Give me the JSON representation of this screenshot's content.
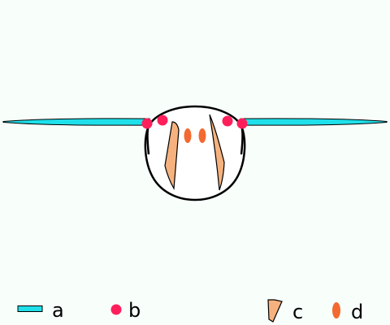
{
  "colors": {
    "background": "#f8fffb",
    "cilium": "#1fe0ea",
    "basal_body": "#ff1f5b",
    "filament": "#f6b27e",
    "nucleus": "#f26a30",
    "outline": "#000000"
  },
  "legend": [
    {
      "key": "a",
      "label": "a",
      "icon": "cilium-bar-icon"
    },
    {
      "key": "b",
      "label": "b",
      "icon": "basal-body-dot-icon"
    },
    {
      "key": "c",
      "label": "c",
      "icon": "filament-wedge-icon"
    },
    {
      "key": "d",
      "label": "d",
      "icon": "nucleus-oval-icon"
    }
  ]
}
